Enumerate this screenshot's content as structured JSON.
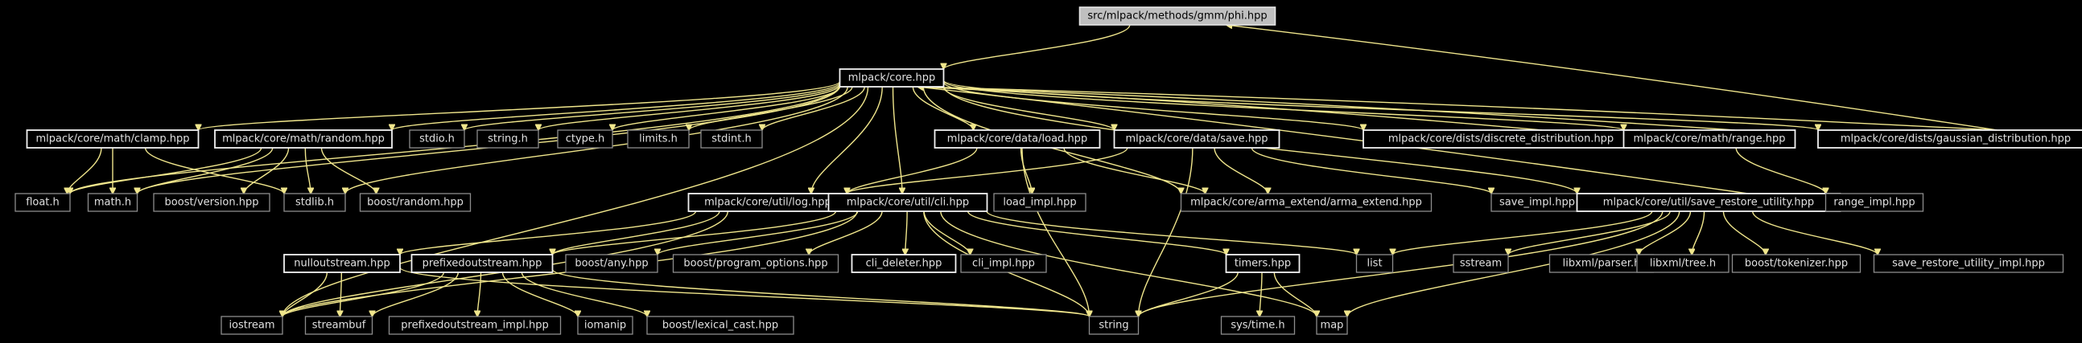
{
  "graph": {
    "root": "n0",
    "colors": {
      "background": "#000000",
      "edge": "#f0e68c",
      "node_text": "#e0e0e0",
      "root_fill": "#bfbfbf",
      "file_border": "#f2f2f2",
      "external_border": "#8c8c8c"
    },
    "nodes": [
      {
        "id": "n0",
        "label": "src/mlpack/methods/gmm/phi.hpp",
        "kind": "root"
      },
      {
        "id": "n1",
        "label": "mlpack/core.hpp",
        "kind": "file"
      },
      {
        "id": "n2",
        "label": "mlpack/core/math/clamp.hpp",
        "kind": "file"
      },
      {
        "id": "n3",
        "label": "mlpack/core/math/random.hpp",
        "kind": "file"
      },
      {
        "id": "n4",
        "label": "stdio.h",
        "kind": "ext"
      },
      {
        "id": "n5",
        "label": "string.h",
        "kind": "ext"
      },
      {
        "id": "n6",
        "label": "ctype.h",
        "kind": "ext"
      },
      {
        "id": "n7",
        "label": "limits.h",
        "kind": "ext"
      },
      {
        "id": "n8",
        "label": "stdint.h",
        "kind": "ext"
      },
      {
        "id": "n9",
        "label": "mlpack/core/data/load.hpp",
        "kind": "file"
      },
      {
        "id": "n10",
        "label": "mlpack/core/data/save.hpp",
        "kind": "file"
      },
      {
        "id": "n11",
        "label": "mlpack/core/dists/discrete_distribution.hpp",
        "kind": "file"
      },
      {
        "id": "n12",
        "label": "mlpack/core/math/range.hpp",
        "kind": "file"
      },
      {
        "id": "n13",
        "label": "mlpack/core/dists/gaussian_distribution.hpp",
        "kind": "file"
      },
      {
        "id": "n14",
        "label": "float.h",
        "kind": "ext"
      },
      {
        "id": "n15",
        "label": "math.h",
        "kind": "ext"
      },
      {
        "id": "n16",
        "label": "boost/version.hpp",
        "kind": "ext"
      },
      {
        "id": "n17",
        "label": "stdlib.h",
        "kind": "ext"
      },
      {
        "id": "n18",
        "label": "boost/random.hpp",
        "kind": "ext"
      },
      {
        "id": "n19",
        "label": "mlpack/core/util/log.hpp",
        "kind": "file"
      },
      {
        "id": "n20",
        "label": "mlpack/core/util/cli.hpp",
        "kind": "file"
      },
      {
        "id": "n21",
        "label": "load_impl.hpp",
        "kind": "ext"
      },
      {
        "id": "n22",
        "label": "mlpack/core/arma_extend/arma_extend.hpp",
        "kind": "ext"
      },
      {
        "id": "n23",
        "label": "save_impl.hpp",
        "kind": "ext"
      },
      {
        "id": "n24",
        "label": "mlpack/core/util/save_restore_utility.hpp",
        "kind": "file"
      },
      {
        "id": "n25",
        "label": "range_impl.hpp",
        "kind": "ext"
      },
      {
        "id": "n26",
        "label": "nulloutstream.hpp",
        "kind": "file"
      },
      {
        "id": "n27",
        "label": "prefixedoutstream.hpp",
        "kind": "file"
      },
      {
        "id": "n28",
        "label": "boost/any.hpp",
        "kind": "ext"
      },
      {
        "id": "n29",
        "label": "boost/program_options.hpp",
        "kind": "ext"
      },
      {
        "id": "n30",
        "label": "cli_deleter.hpp",
        "kind": "file"
      },
      {
        "id": "n31",
        "label": "cli_impl.hpp",
        "kind": "ext"
      },
      {
        "id": "n32",
        "label": "timers.hpp",
        "kind": "file"
      },
      {
        "id": "n33",
        "label": "list",
        "kind": "ext"
      },
      {
        "id": "n34",
        "label": "sstream",
        "kind": "ext"
      },
      {
        "id": "n35",
        "label": "libxml/parser.h",
        "kind": "ext"
      },
      {
        "id": "n36",
        "label": "libxml/tree.h",
        "kind": "ext"
      },
      {
        "id": "n37",
        "label": "boost/tokenizer.hpp",
        "kind": "ext"
      },
      {
        "id": "n38",
        "label": "save_restore_utility_impl.hpp",
        "kind": "ext"
      },
      {
        "id": "n39",
        "label": "iostream",
        "kind": "ext"
      },
      {
        "id": "n40",
        "label": "streambuf",
        "kind": "ext"
      },
      {
        "id": "n41",
        "label": "prefixedoutstream_impl.hpp",
        "kind": "ext"
      },
      {
        "id": "n42",
        "label": "iomanip",
        "kind": "ext"
      },
      {
        "id": "n43",
        "label": "boost/lexical_cast.hpp",
        "kind": "ext"
      },
      {
        "id": "n44",
        "label": "string",
        "kind": "ext"
      },
      {
        "id": "n45",
        "label": "sys/time.h",
        "kind": "ext"
      },
      {
        "id": "n46",
        "label": "map",
        "kind": "ext"
      }
    ],
    "edges": [
      [
        "n0",
        "n1"
      ],
      [
        "n13",
        "n0"
      ],
      [
        "n1",
        "n2"
      ],
      [
        "n1",
        "n3"
      ],
      [
        "n1",
        "n4"
      ],
      [
        "n1",
        "n5"
      ],
      [
        "n1",
        "n6"
      ],
      [
        "n1",
        "n7"
      ],
      [
        "n1",
        "n8"
      ],
      [
        "n1",
        "n9"
      ],
      [
        "n1",
        "n10"
      ],
      [
        "n1",
        "n11"
      ],
      [
        "n1",
        "n12"
      ],
      [
        "n1",
        "n13"
      ],
      [
        "n1",
        "n14"
      ],
      [
        "n1",
        "n15"
      ],
      [
        "n1",
        "n17"
      ],
      [
        "n1",
        "n19"
      ],
      [
        "n1",
        "n20"
      ],
      [
        "n1",
        "n22"
      ],
      [
        "n1",
        "n24"
      ],
      [
        "n1",
        "n39"
      ],
      [
        "n11",
        "n1"
      ],
      [
        "n12",
        "n1"
      ],
      [
        "n13",
        "n1"
      ],
      [
        "n24",
        "n1"
      ],
      [
        "n2",
        "n14"
      ],
      [
        "n2",
        "n15"
      ],
      [
        "n2",
        "n17"
      ],
      [
        "n3",
        "n14"
      ],
      [
        "n3",
        "n15"
      ],
      [
        "n3",
        "n16"
      ],
      [
        "n3",
        "n17"
      ],
      [
        "n3",
        "n18"
      ],
      [
        "n9",
        "n19"
      ],
      [
        "n9",
        "n21"
      ],
      [
        "n9",
        "n22"
      ],
      [
        "n9",
        "n44"
      ],
      [
        "n10",
        "n19"
      ],
      [
        "n10",
        "n22"
      ],
      [
        "n10",
        "n23"
      ],
      [
        "n10",
        "n44"
      ],
      [
        "n12",
        "n25"
      ],
      [
        "n19",
        "n26"
      ],
      [
        "n19",
        "n27"
      ],
      [
        "n19",
        "n39"
      ],
      [
        "n20",
        "n27"
      ],
      [
        "n20",
        "n28"
      ],
      [
        "n20",
        "n29"
      ],
      [
        "n20",
        "n30"
      ],
      [
        "n20",
        "n31"
      ],
      [
        "n20",
        "n32"
      ],
      [
        "n20",
        "n33"
      ],
      [
        "n20",
        "n44"
      ],
      [
        "n20",
        "n46"
      ],
      [
        "n20",
        "n39"
      ],
      [
        "n24",
        "n33"
      ],
      [
        "n24",
        "n34"
      ],
      [
        "n24",
        "n35"
      ],
      [
        "n24",
        "n36"
      ],
      [
        "n24",
        "n37"
      ],
      [
        "n24",
        "n38"
      ],
      [
        "n24",
        "n44"
      ],
      [
        "n24",
        "n46"
      ],
      [
        "n26",
        "n39"
      ],
      [
        "n26",
        "n40"
      ],
      [
        "n26",
        "n44"
      ],
      [
        "n27",
        "n39"
      ],
      [
        "n27",
        "n40"
      ],
      [
        "n27",
        "n41"
      ],
      [
        "n27",
        "n42"
      ],
      [
        "n27",
        "n43"
      ],
      [
        "n27",
        "n44"
      ],
      [
        "n32",
        "n44"
      ],
      [
        "n32",
        "n45"
      ],
      [
        "n32",
        "n46"
      ]
    ]
  }
}
